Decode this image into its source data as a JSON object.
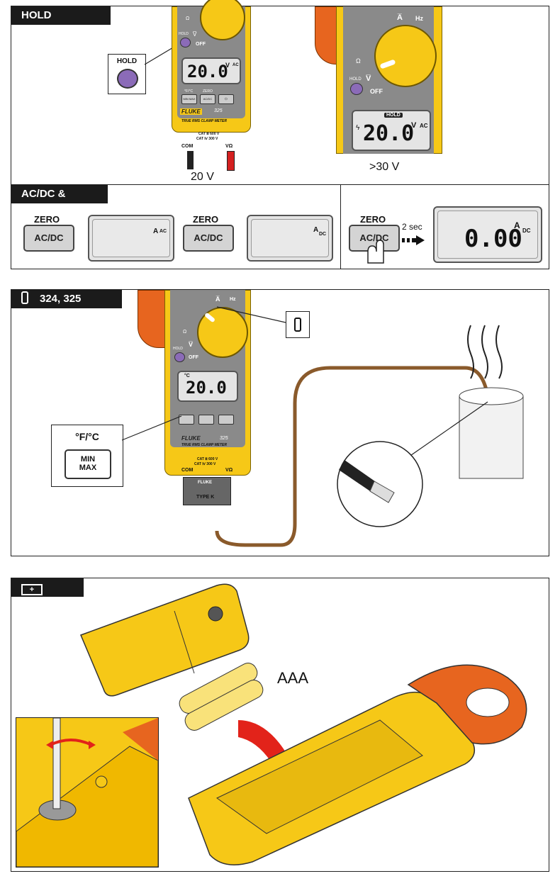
{
  "hold_section": {
    "tab": "HOLD",
    "hold_button": "HOLD",
    "meter_left": {
      "dial_marks": [
        "Ω",
        "V̅",
        "OFF",
        "HOLD"
      ],
      "display_value": "20.0",
      "display_unit": "V",
      "display_mode": "AC",
      "btn_labels": [
        "°F/°C",
        "ZERO"
      ],
      "btn_faces": [
        "MIN MAX",
        "AC/DC",
        "☼"
      ],
      "brand": "FLUKE",
      "model": "325",
      "subtitle": "TRUE RMS CLAMP METER",
      "cat1": "CAT Ⅲ 600 V",
      "cat2": "CAT Ⅳ 300 V",
      "jack_com": "COM",
      "jack_v": "VΩ",
      "caption": "20 V"
    },
    "meter_right": {
      "dial_marks": [
        "A̅",
        "Hz",
        "V̅",
        "OFF",
        "HOLD",
        "Ω"
      ],
      "hold_flag": "HOLD",
      "display_value": "20.0",
      "display_unit": "V",
      "display_mode": "AC",
      "caption": ">30 V"
    }
  },
  "acdc_section": {
    "tab": "AC/DC & ZERO",
    "zero_label": "ZERO",
    "acdc_label": "AC/DC",
    "unit_a": "A",
    "ac": "AC",
    "dc": "DC",
    "hold_time": "2 sec",
    "reading": "0.00"
  },
  "temp_section": {
    "tab": "324, 325",
    "display_value": "20.0",
    "display_unit": "°C",
    "unit_toggle": "°F/°C",
    "minmax_line1": "MIN",
    "minmax_line2": "MAX",
    "probe_brand": "FLUKE",
    "probe_type": "TYPE K",
    "brand": "FLUKE",
    "model": "325",
    "subtitle": "TRUE RMS CLAMP METER",
    "cat1": "CAT Ⅲ 600 V",
    "cat2": "CAT Ⅳ 300 V",
    "jack_com": "COM",
    "jack_v": "VΩ",
    "dial_marks": [
      "A̅",
      "Hz",
      "V̅",
      "OFF",
      "HOLD",
      "Ω"
    ]
  },
  "battery_section": {
    "battery_type": "AAA"
  },
  "colors": {
    "meter_yellow": "#f6c817",
    "meter_gray": "#8a8a8a",
    "clamp_orange": "#e7651f",
    "hold_purple": "#8b6bb8",
    "probe_brown": "#8a5a2b",
    "tab_black": "#1b1b1b"
  },
  "icons": [
    "thermometer-icon",
    "battery-icon",
    "arrow-right-icon",
    "rotate-arrows-icon",
    "screwdriver-icon",
    "finger-press-icon"
  ]
}
